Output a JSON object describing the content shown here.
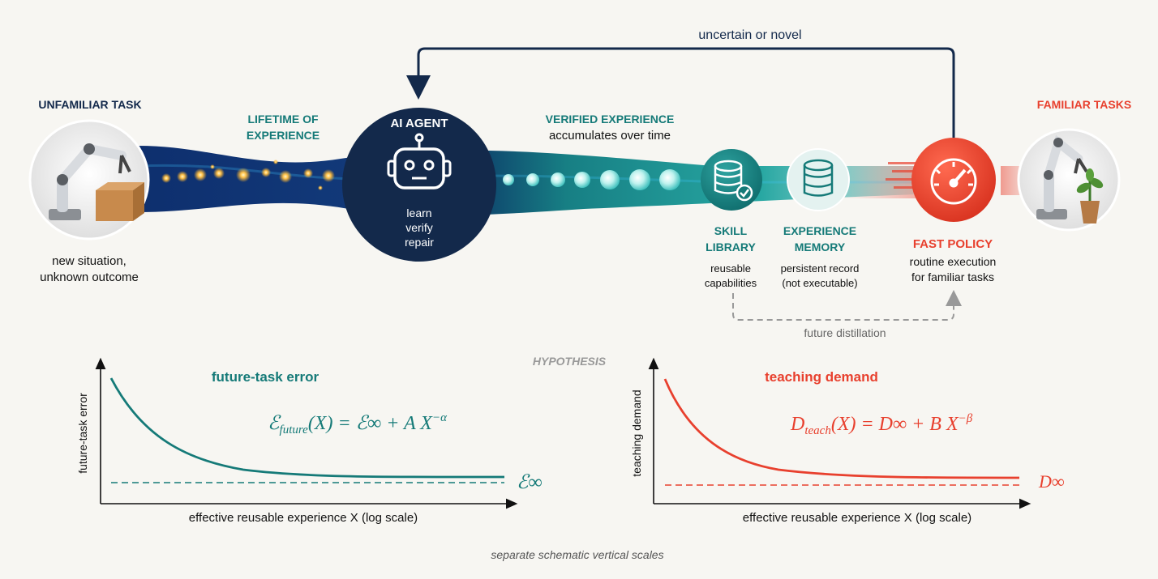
{
  "colors": {
    "navy": "#13294b",
    "teal": "#157a78",
    "red": "#e8402e",
    "gray": "#666666",
    "background": "#f7f6f2"
  },
  "feedback_loop": {
    "label": "uncertain or novel"
  },
  "left_task": {
    "title": "UNFAMILIAR TASK",
    "caption_line1": "new situation,",
    "caption_line2": "unknown outcome",
    "icon": "robot-arm-with-box-icon"
  },
  "lifetime": {
    "line1": "LIFETIME OF",
    "line2": "EXPERIENCE"
  },
  "agent": {
    "title": "AI AGENT",
    "icon": "robot-face-icon",
    "steps": [
      "learn",
      "verify",
      "repair"
    ]
  },
  "verified": {
    "title": "VERIFIED EXPERIENCE",
    "subtitle": "accumulates over time"
  },
  "skill_library": {
    "line1": "SKILL",
    "line2": "LIBRARY",
    "desc1": "reusable",
    "desc2": "capabilities",
    "icon": "database-check-icon"
  },
  "experience_memory": {
    "line1": "EXPERIENCE",
    "line2": "MEMORY",
    "desc1": "persistent record",
    "desc2": "(not executable)",
    "icon": "database-icon"
  },
  "fast_policy": {
    "title": "FAST POLICY",
    "desc1": "routine execution",
    "desc2": "for familiar tasks",
    "icon": "speedometer-icon"
  },
  "right_task": {
    "title": "FAMILIAR TASKS",
    "icon": "robot-arm-with-plant-icon"
  },
  "distillation": {
    "label": "future distillation"
  },
  "hypothesis": {
    "label": "HYPOTHESIS"
  },
  "charts": [
    {
      "title": "future-task error",
      "ylabel": "future-task error",
      "xlabel": "effective reusable experience X (log scale)",
      "formula_lhs_symbol": "ℰ",
      "formula_lhs_sub": "future",
      "formula_rhs": "(X) = ℰ∞ + A X",
      "formula_exp": "−α",
      "asymptote_label": "ℰ∞",
      "color": "#157a78"
    },
    {
      "title": "teaching demand",
      "ylabel": "teaching demand",
      "xlabel": "effective reusable experience X (log scale)",
      "formula_lhs_symbol": "D",
      "formula_lhs_sub": "teach",
      "formula_rhs": "(X) = D∞ + B X",
      "formula_exp": "−β",
      "asymptote_label": "D∞",
      "color": "#e8402e"
    }
  ],
  "footnote": {
    "text": "separate schematic vertical scales"
  }
}
